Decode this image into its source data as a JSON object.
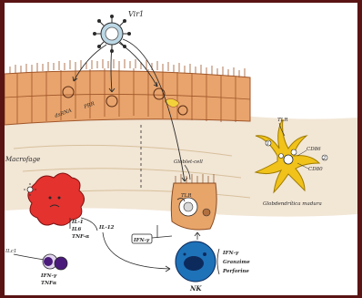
{
  "labels": {
    "virus": "Vir1",
    "macrophage": "Macrofage",
    "il1": "IL-1",
    "il6": "IL6",
    "tnfa_mac": "TNF-α",
    "il12": "IL-12",
    "ilc1": "ILc1",
    "ifng_ilc": "IFN-γ",
    "tnfa_ilc": "TNFα",
    "globlet_cell": "Globlet-cell",
    "tlr_globlet": "TLR",
    "ifn_bubble": "IFN-γ",
    "nk": "NK",
    "ifng_nk": "IFN-γ",
    "granzime": "Granzime",
    "perforine": "Perforine",
    "tlr_dc": "TLR",
    "dc_num1": "1",
    "dc_num2": "2",
    "cd86": "CD86",
    "cd80": "CD80",
    "dc_label": "Globdendrítica madura"
  },
  "colors": {
    "border": "#5a1414",
    "paper": "#ffffff",
    "epithelium": "#e6a06a",
    "epithelium_dark": "#c77a45",
    "lamina": "#e9d9bf",
    "macrophage": "#e4322f",
    "nk_cell": "#1e72b8",
    "nk_nucleus": "#0d2a5c",
    "ilc_cell": "#4a1b7a",
    "dendritic": "#f0c21a",
    "virus": "#8fb7c9",
    "goblet": "#e8a56a"
  }
}
